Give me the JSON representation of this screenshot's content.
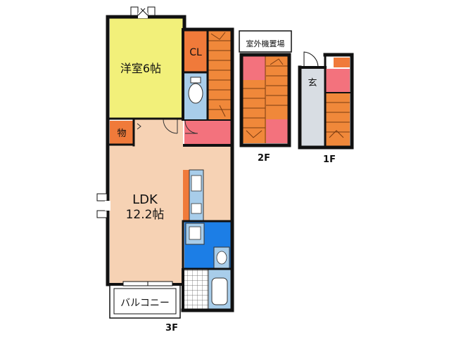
{
  "floors": {
    "f3": {
      "name": "3F",
      "rooms": {
        "western_room": {
          "label": "洋室6帖",
          "color": "#f2f07a"
        },
        "closet": {
          "label": "CL",
          "color": "#f07a3a"
        },
        "storage": {
          "label": "物",
          "color": "#f07a3a"
        },
        "ldk": {
          "label_line1": "LDK",
          "label_line2": "12.2帖",
          "color": "#f6d2b4"
        },
        "balcony": {
          "label": "バルコニー"
        }
      }
    },
    "f2": {
      "name": "2F",
      "outdoor_unit_area": {
        "label": "室外機置場"
      }
    },
    "f1": {
      "name": "1F",
      "entrance": {
        "label": "玄"
      }
    }
  },
  "colors": {
    "wall": "#111111",
    "stair": "#f0883a",
    "pink": "#f3727d",
    "utility_blue": "#1c7ee6",
    "fixture_blue": "#a8cdea",
    "kitchen_orange": "#f07a3a",
    "entrance_gray": "#d8dde3"
  }
}
